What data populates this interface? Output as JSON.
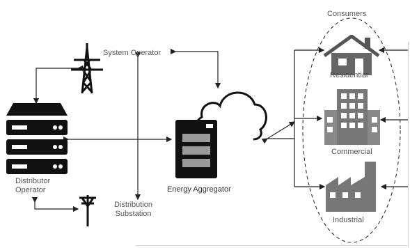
{
  "labels": {
    "consumers": "Consumers",
    "system_operator": "System Operator",
    "distributor_operator": "Distributor\nOperator",
    "energy_aggregator": "Energy Aggregator",
    "distribution_substation": "Distribution\nSubstation",
    "residential": "Residential",
    "commercial": "Commercial",
    "industrial": "Industrial"
  },
  "colors": {
    "line": "#222222",
    "icon_dark": "#111111",
    "icon_gray": "#777777",
    "text": "#555555"
  },
  "icons": [
    "transmission-tower-icon",
    "server-rack-icon",
    "utility-pole-icon",
    "cloud-icon",
    "aggregator-server-icon",
    "house-icon",
    "office-building-icon",
    "factory-icon"
  ]
}
